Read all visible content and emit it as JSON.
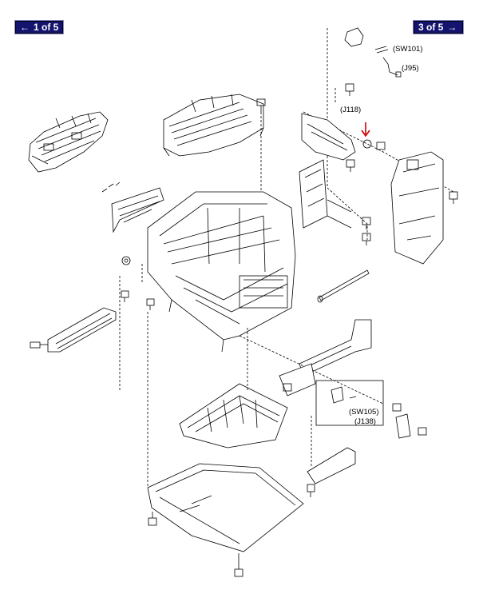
{
  "nav": {
    "prev_label": "1 of 5",
    "next_label": "3 of 5",
    "prev_icon": "arrow-left-icon",
    "next_icon": "arrow-right-icon",
    "button_color": "#14146e",
    "text_color": "#ffffff"
  },
  "callouts": {
    "sw101": "(SW101)",
    "j95": "(J95)",
    "j118": "(J118)",
    "sw105": "(SW105)",
    "j138": "(J138)"
  },
  "highlight_arrow_color": "#cc0000"
}
